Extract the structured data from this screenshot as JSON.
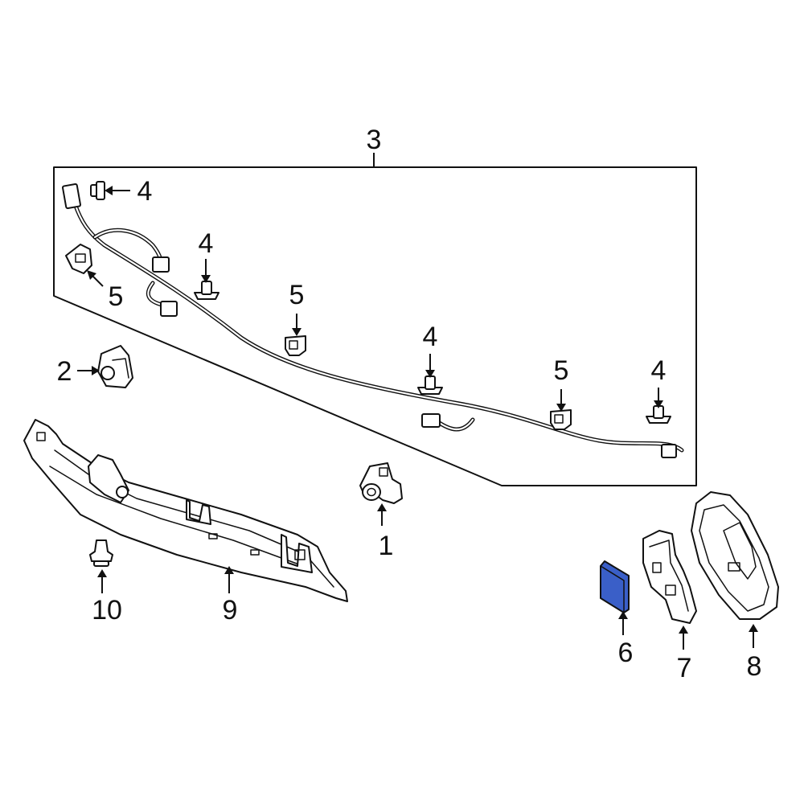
{
  "callouts": {
    "c1": "1",
    "c2": "2",
    "c3": "3",
    "c4a": "4",
    "c4b": "4",
    "c4c": "4",
    "c4d": "4",
    "c5a": "5",
    "c5b": "5",
    "c5c": "5",
    "c6": "6",
    "c7": "7",
    "c8": "8",
    "c9": "9",
    "c10": "10"
  },
  "colors": {
    "highlight": "#3a5fc8",
    "line": "#111111",
    "background": "#ffffff"
  }
}
